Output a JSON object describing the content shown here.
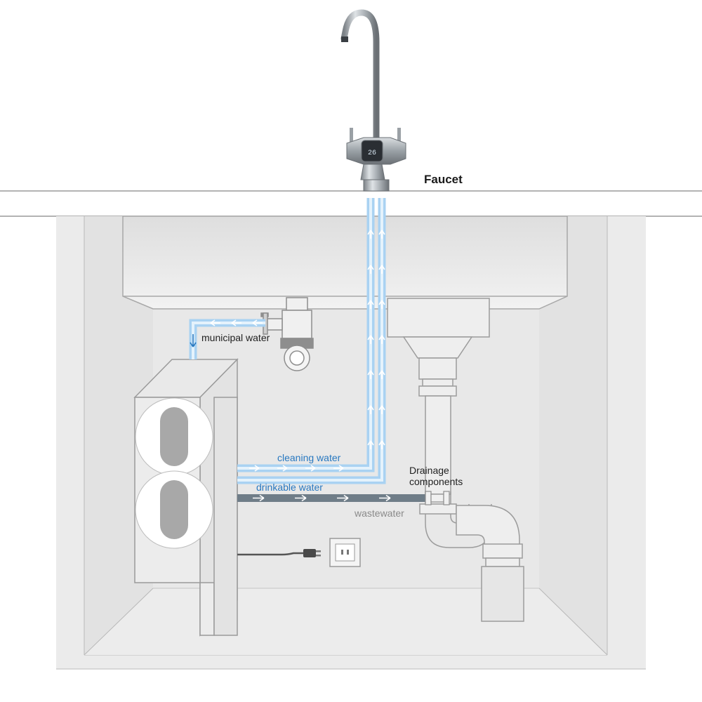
{
  "labels": {
    "faucet": "Faucet",
    "municipal_water": "municipal water",
    "cleaning_water": "cleaning water",
    "drinkable_water": "drinkable water",
    "drainage_components_line1": "Drainage",
    "drainage_components_line2": "components",
    "wastewater": "wastewater"
  },
  "faucet_display": {
    "reading": "26"
  },
  "colors": {
    "water_blue": "#2878c0",
    "pipe_light_blue": "#a9d2f2",
    "wastewater_gray": "#6f7d88",
    "wastewater_label": "#8a8a8a",
    "cabinet_bg": "#ebebeb",
    "cabinet_wall": "#e0e0e0",
    "outline": "#9a9a9a"
  },
  "icons": {
    "faucet": "faucet-icon",
    "angle_valve": "valve-icon",
    "plug": "plug-icon",
    "wall_outlet": "outlet-icon",
    "filter_unit": "water-filter-unit"
  }
}
